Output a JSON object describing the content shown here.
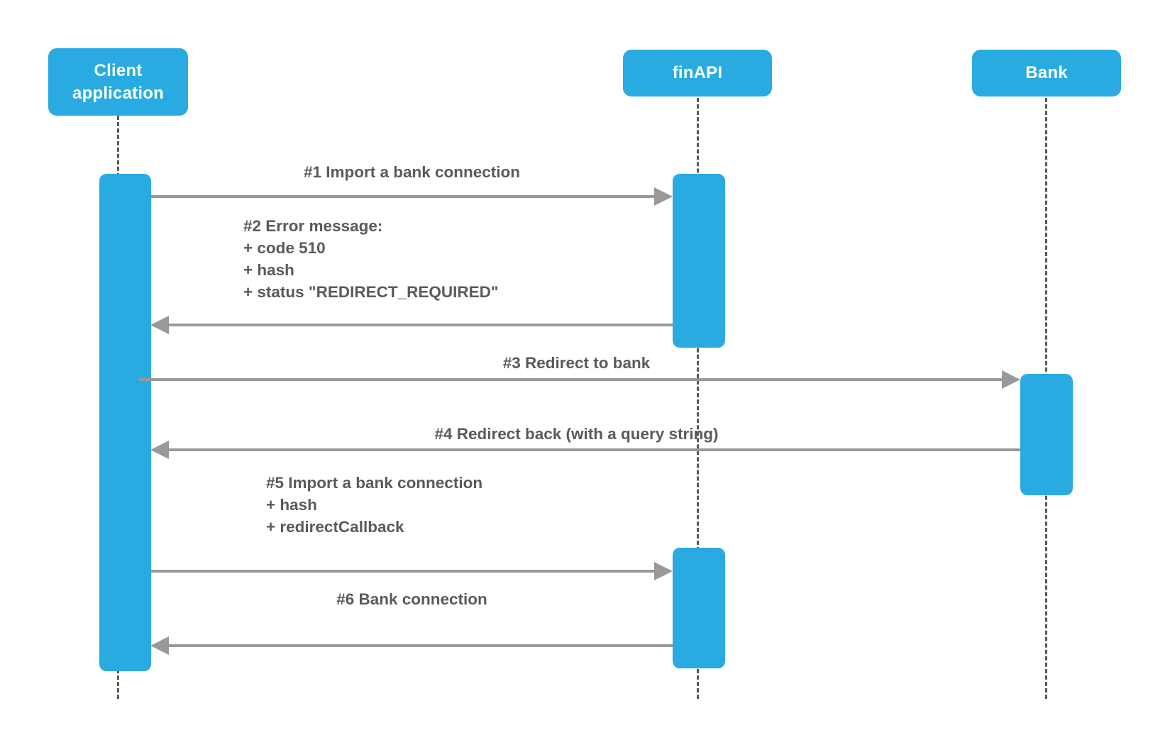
{
  "diagram": {
    "title": "finAPI web form redirect sequence",
    "colors": {
      "accent": "#29abe2",
      "line": "#999999",
      "lifeline": "#55585c",
      "text": "#5a5a5a",
      "header_text": "#ffffff",
      "background": "#ffffff"
    },
    "participants": [
      {
        "id": "client",
        "label": "Client\napplication"
      },
      {
        "id": "finapi",
        "label": "finAPI"
      },
      {
        "id": "bank",
        "label": "Bank"
      }
    ],
    "messages": [
      {
        "id": "m1",
        "number": "#1",
        "label": "#1 Import a bank connection",
        "from": "client",
        "to": "finapi",
        "direction": "right"
      },
      {
        "id": "m2",
        "number": "#2",
        "label": "#2 Error message:\n+ code 510\n+ hash\n+ status \"REDIRECT_REQUIRED\"",
        "from": "finapi",
        "to": "client",
        "direction": "left"
      },
      {
        "id": "m3",
        "number": "#3",
        "label": "#3 Redirect to bank",
        "from": "client",
        "to": "bank",
        "direction": "right"
      },
      {
        "id": "m4",
        "number": "#4",
        "label": "#4 Redirect back (with a query string)",
        "from": "bank",
        "to": "client",
        "direction": "left"
      },
      {
        "id": "m5",
        "number": "#5",
        "label": "#5 Import a bank connection\n+ hash\n+ redirectCallback",
        "from": "client",
        "to": "finapi",
        "direction": "right"
      },
      {
        "id": "m6",
        "number": "#6",
        "label": "#6 Bank connection",
        "from": "finapi",
        "to": "client",
        "direction": "left"
      }
    ]
  }
}
